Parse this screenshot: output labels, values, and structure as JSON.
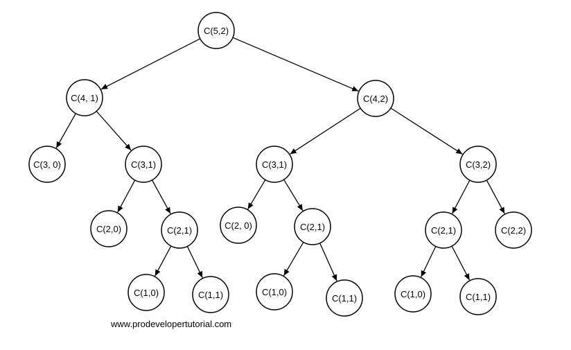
{
  "diagram": {
    "nodes": [
      {
        "id": "n0",
        "label": "C(5,2)"
      },
      {
        "id": "n1",
        "label": "C(4, 1)"
      },
      {
        "id": "n2",
        "label": "C(4,2)"
      },
      {
        "id": "n3",
        "label": "C(3, 0)"
      },
      {
        "id": "n4",
        "label": "C(3,1)"
      },
      {
        "id": "n5",
        "label": "C(3,1)"
      },
      {
        "id": "n6",
        "label": "C(3,2)"
      },
      {
        "id": "n7",
        "label": "C(2,0)"
      },
      {
        "id": "n8",
        "label": "C(2,1)"
      },
      {
        "id": "n9",
        "label": "C(2, 0)"
      },
      {
        "id": "n10",
        "label": "C(2,1)"
      },
      {
        "id": "n11",
        "label": "C(2,1)"
      },
      {
        "id": "n12",
        "label": "C(2,2)"
      },
      {
        "id": "n13",
        "label": "C(1,0)"
      },
      {
        "id": "n14",
        "label": "C(1,1)"
      },
      {
        "id": "n15",
        "label": "C(1,0)"
      },
      {
        "id": "n16",
        "label": "C(1,1)"
      },
      {
        "id": "n17",
        "label": "C(1,0)"
      },
      {
        "id": "n18",
        "label": "C(1,1)"
      }
    ],
    "edges": [
      [
        "n0",
        "n1"
      ],
      [
        "n0",
        "n2"
      ],
      [
        "n1",
        "n3"
      ],
      [
        "n1",
        "n4"
      ],
      [
        "n2",
        "n5"
      ],
      [
        "n2",
        "n6"
      ],
      [
        "n4",
        "n7"
      ],
      [
        "n4",
        "n8"
      ],
      [
        "n5",
        "n9"
      ],
      [
        "n5",
        "n10"
      ],
      [
        "n6",
        "n11"
      ],
      [
        "n6",
        "n12"
      ],
      [
        "n8",
        "n13"
      ],
      [
        "n8",
        "n14"
      ],
      [
        "n10",
        "n15"
      ],
      [
        "n10",
        "n16"
      ],
      [
        "n11",
        "n17"
      ],
      [
        "n11",
        "n18"
      ]
    ],
    "watermark": "www.prodevelopertutorial.com"
  }
}
